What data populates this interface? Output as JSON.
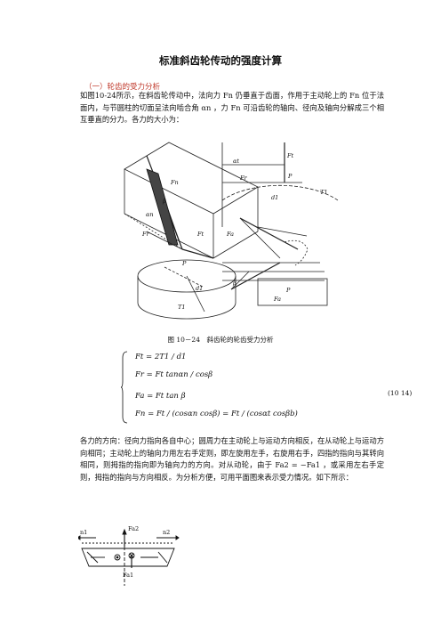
{
  "doc": {
    "title": "标准斜齿轮传动的强度计算",
    "section": "（一）轮齿的受力分析",
    "para1": "如图10-24所示，在斜齿轮传动中，法向力 Fn 仍垂直于齿面，作用于主动轮上的 Fn 位于法面内，与节圆柱的切面呈法向啮合角 αn ，力 Fn 可沿齿轮的轴向、径向及轴向分解成三个相互垂直的分力。各力的大小为：",
    "figure_caption": "图 10－24　斜齿轮的轮齿受力分析",
    "equation_number": "(10 14)",
    "para2": "各力的方向：径向力指向各自中心；圆周力在主动轮上与运动方向相反，在从动轮上与运动方向相同；主动轮上的轴向力用左右手定则，即左旋用左手，右旋用右手，四指的指向与其转向相同，则拇指的指向即为轴向力的方向。对从动轮，由于 Fa2 = −Fa1 ，或采用左右手定则，拇指的指向与方向相反。为分析方便，可用平面图来表示受力情况。如下所示："
  },
  "equations": {
    "ft": "Ft = 2T1 / d1",
    "fr": "Fr = Ft tanαn / cosβ",
    "fa": "Fa = Ft tan β",
    "fn": "Fn = Ft / (cosαn cosβ) = Ft / (cosαt cosβb)"
  },
  "bottom_figure": {
    "n1": "n1",
    "n2": "n2",
    "fa2": "Fa2",
    "fa1": "Fa1"
  },
  "figure_labels": {
    "ft": "Ft",
    "fr": "Fr",
    "fa": "Fa",
    "fn": "Fn",
    "t1": "T1",
    "d1": "d1",
    "p": "P",
    "beta": "β",
    "alpha_n": "αn",
    "alpha_t": "αt"
  }
}
